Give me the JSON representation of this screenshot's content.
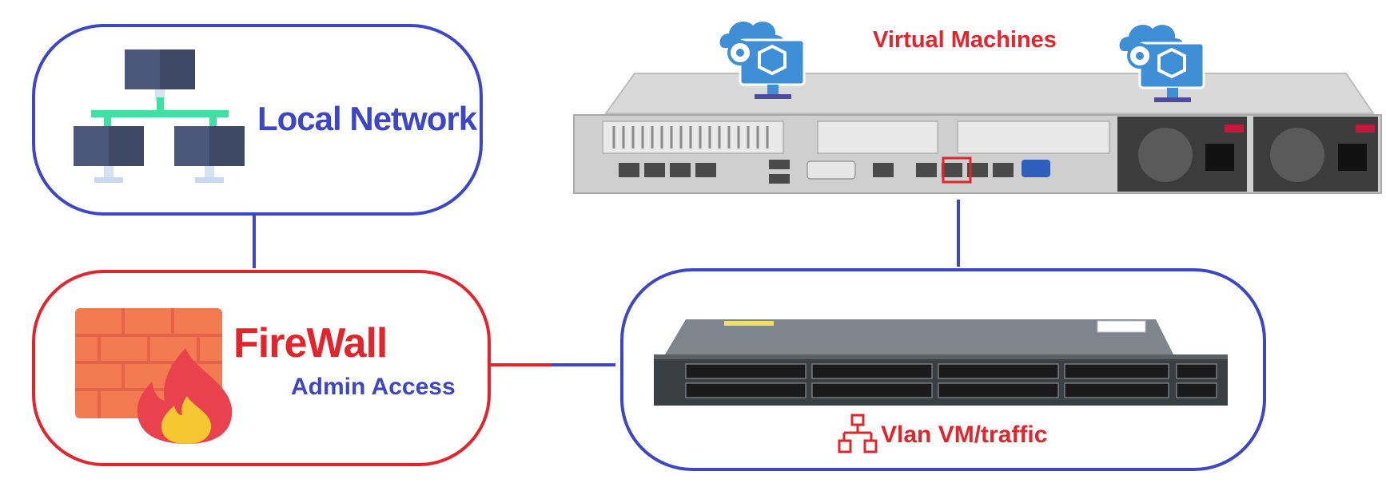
{
  "colors": {
    "blue": "#3c46c6",
    "red": "#e3242b",
    "icon_dark": "#444f6f",
    "icon_green": "#3fe0a4",
    "brick": "#f47a52",
    "flame_red": "#e9414d",
    "flame_yellow": "#f5c832",
    "cloud_blue": "#3f8fd6"
  },
  "nodes": {
    "local_network": {
      "label": "Local Network",
      "icon": "network-topology-icon"
    },
    "firewall": {
      "label": "FireWall",
      "sublabel": "Admin Access",
      "icon": "firewall-icon"
    },
    "server": {
      "label": "Virtual Machines",
      "icon": "server-rack-icon",
      "vm_icon": "cloud-vm-icon"
    },
    "switch": {
      "label": "Vlan VM/traffic",
      "icon": "network-switch-icon",
      "label_icon": "lan-icon"
    }
  }
}
